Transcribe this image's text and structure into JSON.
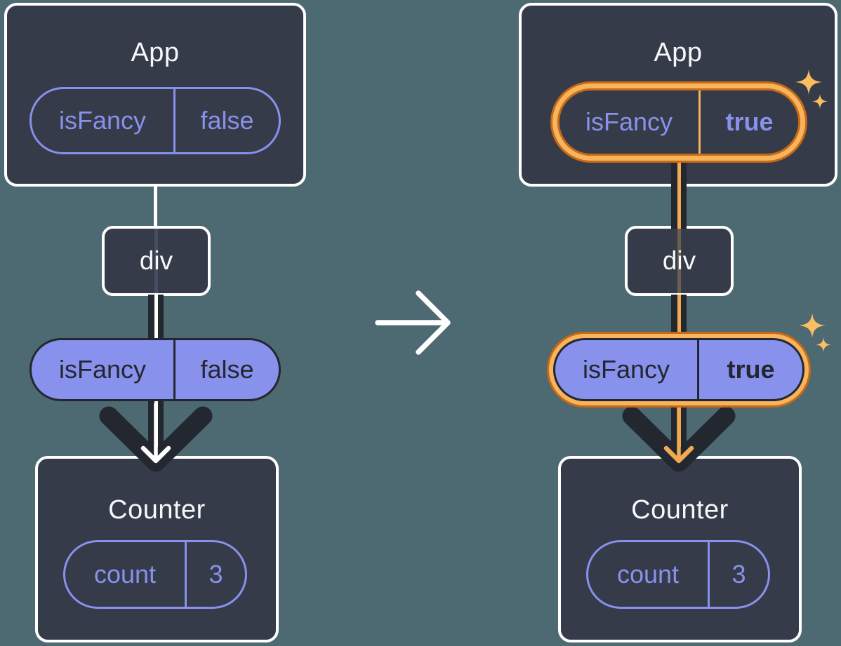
{
  "colors": {
    "background": "#4D6971",
    "box_fill": "#353B48",
    "box_border": "#FFFFFF",
    "accent_purple": "#8891EC",
    "dark_ink": "#23272F",
    "highlight_orange_light": "#F8B45C",
    "highlight_orange_dark": "#C76A15",
    "arrow_core_orange": "#F2AA52",
    "text_white": "#F6F7F9"
  },
  "before": {
    "app": {
      "title": "App"
    },
    "app_state_pill": {
      "name": "isFancy",
      "value": "false"
    },
    "div_node": {
      "label": "div"
    },
    "prop_pill": {
      "name": "isFancy",
      "value": "false"
    },
    "counter": {
      "title": "Counter"
    },
    "count_pill": {
      "name": "count",
      "value": "3"
    }
  },
  "after": {
    "app": {
      "title": "App"
    },
    "app_state_pill": {
      "name": "isFancy",
      "value": "true"
    },
    "div_node": {
      "label": "div"
    },
    "prop_pill": {
      "name": "isFancy",
      "value": "true"
    },
    "counter": {
      "title": "Counter"
    },
    "count_pill": {
      "name": "count",
      "value": "3"
    }
  },
  "icons": {
    "transition_arrow": "arrow-right",
    "sparkles": "sparkles"
  }
}
